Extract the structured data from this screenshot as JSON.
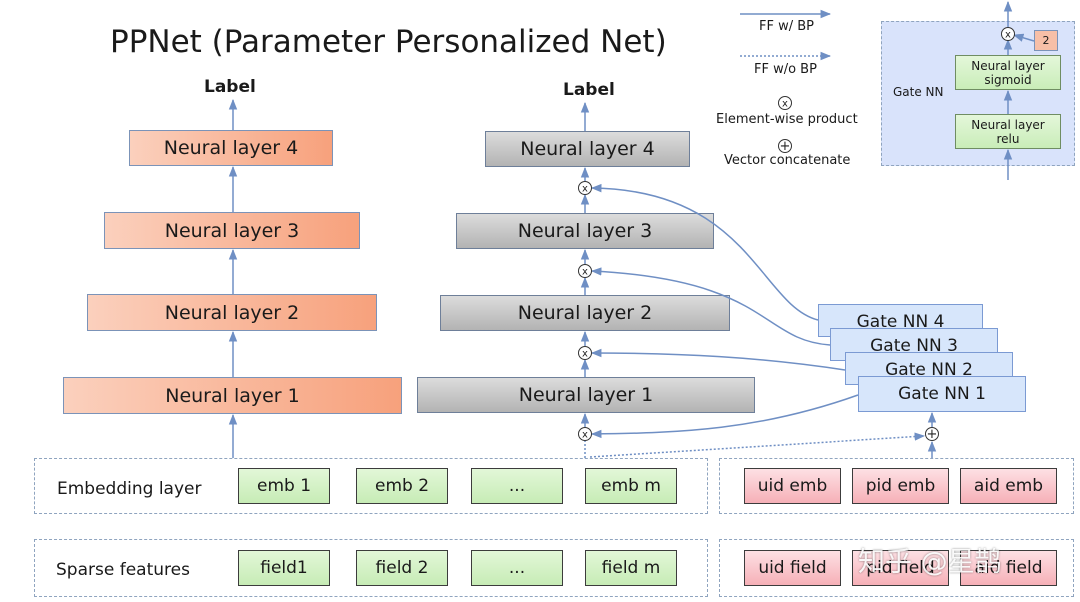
{
  "title": "PPNet (Parameter Personalized Net)",
  "left_tower": {
    "label": "Label",
    "layers": [
      "Neural layer 4",
      "Neural layer 3",
      "Neural layer 2",
      "Neural layer 1"
    ]
  },
  "mid_tower": {
    "label": "Label",
    "layers": [
      "Neural layer 4",
      "Neural layer 3",
      "Neural layer 2",
      "Neural layer 1"
    ]
  },
  "gates": [
    "Gate NN 4",
    "Gate NN 3",
    "Gate NN 2",
    "Gate NN 1"
  ],
  "legend": {
    "ff_bp": "FF w/ BP",
    "ff_nobp": "FF w/o BP",
    "product_symbol": "x",
    "product": "Element-wise product",
    "concat_symbol": "+",
    "concat": "Vector concatenate"
  },
  "inset": {
    "title": "Gate NN",
    "top_layer": [
      "Neural layer",
      "sigmoid"
    ],
    "bottom_layer": [
      "Neural layer",
      "relu"
    ],
    "scale": "2"
  },
  "embedding": {
    "row_label": "Embedding layer",
    "items": [
      "emb 1",
      "emb 2",
      "...",
      "emb m"
    ],
    "personal": [
      "uid emb",
      "pid emb",
      "aid emb"
    ]
  },
  "sparse": {
    "row_label": "Sparse features",
    "items": [
      "field1",
      "field 2",
      "...",
      "field m"
    ],
    "personal": [
      "uid field",
      "pid field",
      "aid field"
    ]
  },
  "watermark": "知乎 @星鹊",
  "colors": {
    "arrow": "#6f8fc4",
    "personal_layer": "#f7a17c",
    "shared_layer": "#b3b3b3",
    "embedding": "#c7ecb6",
    "personal_embedding": "#f6b0b7",
    "gate": "#d7e6fb"
  }
}
